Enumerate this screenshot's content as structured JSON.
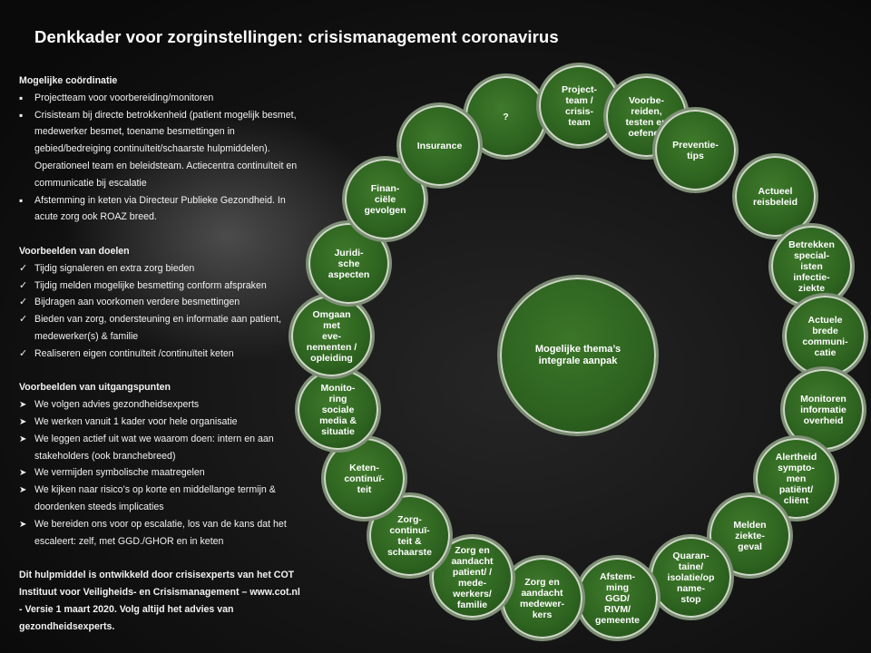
{
  "title": "Denkkader voor zorginstellingen:  crisismanagement coronavirus",
  "left": {
    "coordination": {
      "heading": "Mogelijke coördinatie",
      "items": [
        "Projectteam voor voorbereiding/monitoren",
        "Crisisteam bij directe betrokkenheid (patient mogelijk besmet, medewerker besmet, toename besmettingen in gebied/bedreiging continuïteit/schaarste hulpmiddelen). Operationeel team en beleidsteam. Actiecentra continuïteit en communicatie bij escalatie",
        "Afstemming in keten via Directeur Publieke Gezondheid. In acute zorg ook ROAZ breed."
      ]
    },
    "goals": {
      "heading": "Voorbeelden van doelen",
      "items": [
        "Tijdig signaleren en extra zorg bieden",
        "Tijdig melden mogelijke besmetting conform afspraken",
        "Bijdragen aan voorkomen verdere besmettingen",
        "Bieden van zorg, ondersteuning en informatie aan patient, medewerker(s) & familie",
        "Realiseren eigen continuïteit /continuïteit keten"
      ]
    },
    "principles": {
      "heading": "Voorbeelden van uitgangspunten",
      "items": [
        "We volgen advies gezondheidsexperts",
        "We werken vanuit 1 kader voor hele organisatie",
        "We leggen actief uit wat we waarom doen: intern en aan stakeholders (ook branchebreed)",
        "We vermijden symbolische maatregelen",
        "We kijken naar risico’s op korte en middellange termijn & doordenken steeds implicaties",
        "We bereiden ons voor op escalatie, los van de kans dat het escaleert: zelf, met GGD./GHOR en in keten"
      ]
    },
    "footer": "Dit hulpmiddel  is ontwikkeld door crisisexperts van het COT Instituut voor Veiligheids- en Crisismanagement – www.cot.nl  - Versie 1 maart 2020. Volg altijd het advies van gezondheidsexperts."
  },
  "center_label": "Mogelijke thema’s\nintegrale aanpak",
  "nodes": [
    "?",
    "Project-\nteam /\ncrisis-\nteam",
    "Voorbe-\nreiden,\ntesten en\noefenen",
    "Preventie-\ntips",
    "Actueel\nreisbeleid",
    "Betrekken\nspecial-\nisten\ninfectie-\nziekte",
    "Actuele\nbrede\ncommuni-\ncatie",
    "Monitoren\ninformatie\noverheid",
    "Alertheid\nsympto-\nmen\npatiënt/\ncliënt",
    "Melden\nziekte-\ngeval",
    "Quaran-\ntaine/\nisolatie/op\nname-\nstop",
    "Afstem-\nming\nGGD/\nRIVM/\ngemeente",
    "Zorg en\naandacht\nmedewer-\nkers",
    "Zorg en\naandacht\npatient/ /\nmede-\nwerkers/\nfamilie",
    "Zorg-\ncontinuï-\nteit &\nschaarste",
    "Keten-\ncontinuï-\nteit",
    "Monito-\nring\nsociale\nmedia &\nsituatie",
    "Omgaan\nmet\neve-\nnementen /\nopleiding",
    "Juridi-\nsche\naspecten",
    "Finan-\nciële\ngevolgen",
    "Insurance"
  ]
}
